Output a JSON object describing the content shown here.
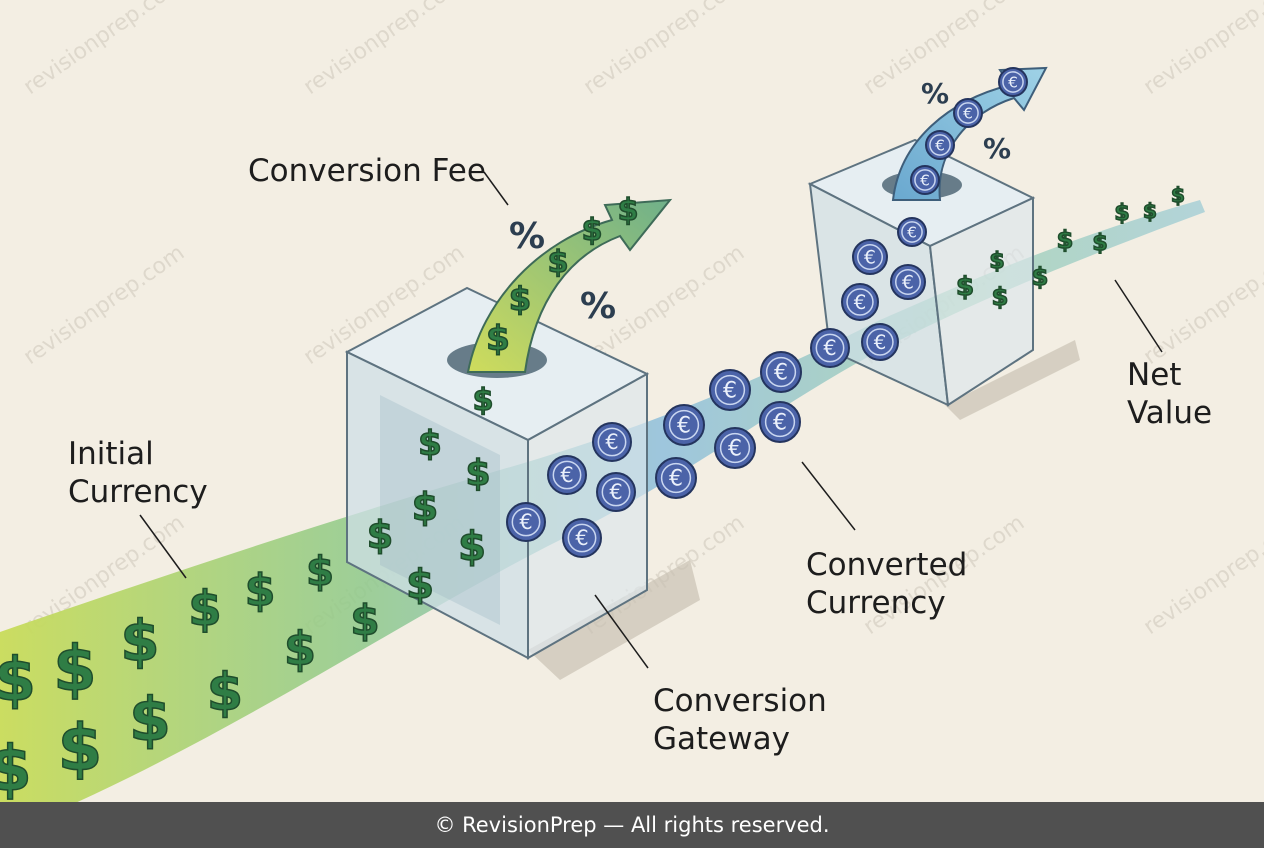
{
  "labels": {
    "initial_currency": [
      "Initial",
      "Currency"
    ],
    "conversion_fee": "Conversion Fee",
    "conversion_gateway": [
      "Conversion",
      "Gateway"
    ],
    "converted_currency": [
      "Converted",
      "Currency"
    ],
    "net_value": [
      "Net",
      "Value"
    ]
  },
  "symbols": {
    "dollar": "$",
    "euro": "€",
    "percent": "%"
  },
  "watermark": "revisionprep.com",
  "footer": "© RevisionPrep — All rights reserved.",
  "colors": {
    "background": "#f3eee3",
    "dollar_green": "#2f7d45",
    "euro_blue": "#4b63a8",
    "flow_green": "#b9d77a",
    "flow_blue": "#8fbfdc",
    "footer_bar": "#505050"
  }
}
